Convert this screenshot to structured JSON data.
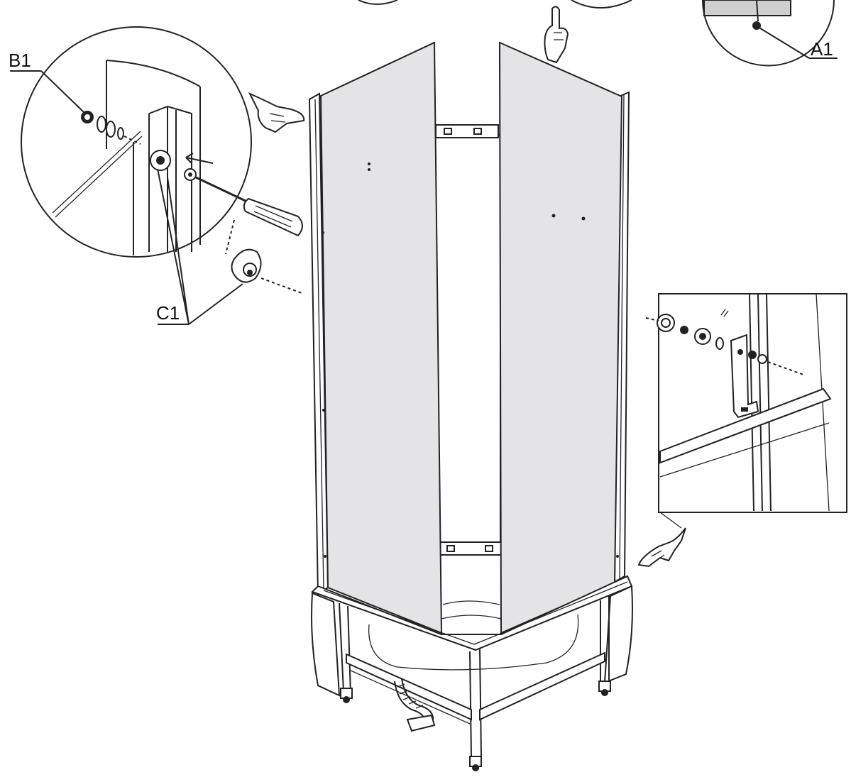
{
  "labels": {
    "b1": "B1",
    "c1": "C1",
    "a1": "A1"
  }
}
